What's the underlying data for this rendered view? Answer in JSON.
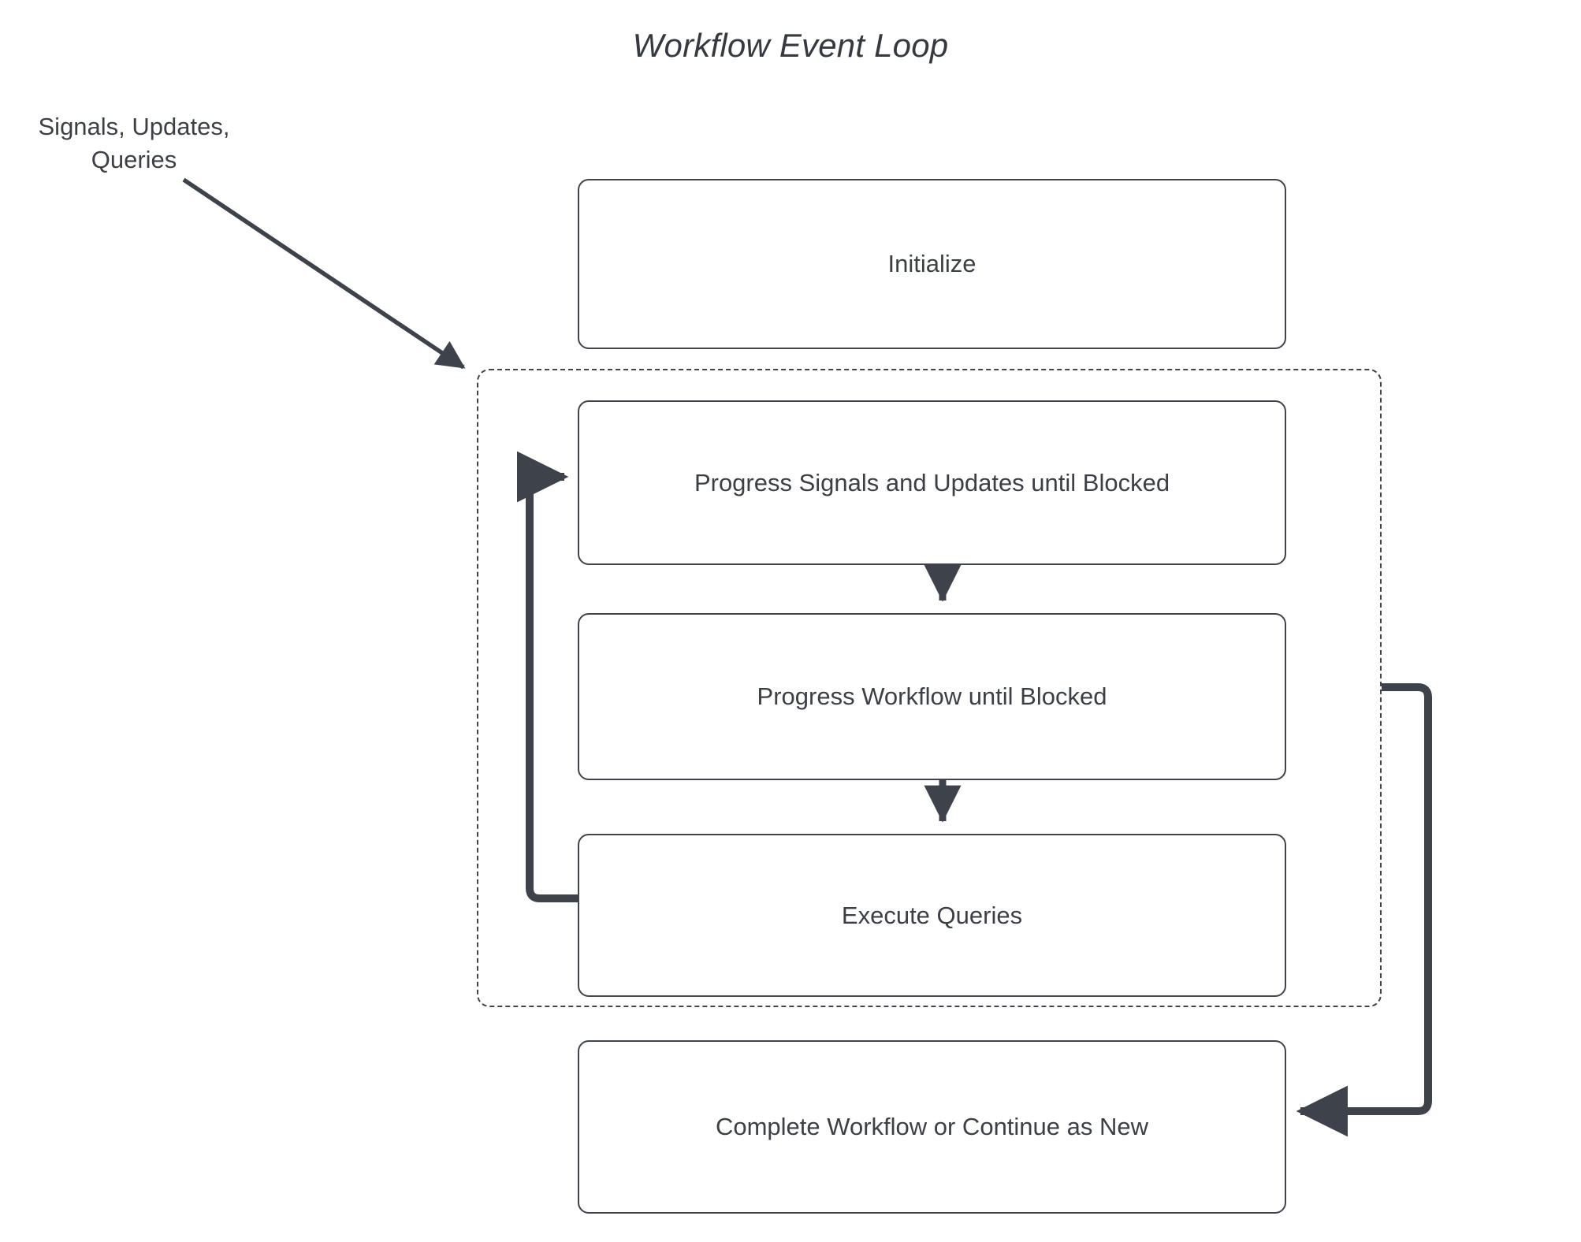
{
  "diagram": {
    "title": "Workflow Event Loop",
    "type": "flowchart",
    "background_color": "#ffffff",
    "stroke_color": "#41444b",
    "text_color": "#3c3f45",
    "edge_color": "#3d424b"
  },
  "external_input": {
    "label": "Signals, Updates,\nQueries",
    "line1": "Signals, Updates,",
    "line2": "Queries"
  },
  "nodes": [
    {
      "id": "initialize",
      "label": "Initialize"
    },
    {
      "id": "progress-signals",
      "label": "Progress Signals and Updates until Blocked"
    },
    {
      "id": "progress-workflow",
      "label": "Progress Workflow until Blocked"
    },
    {
      "id": "execute-queries",
      "label": "Execute Queries"
    },
    {
      "id": "complete-workflow",
      "label": "Complete Workflow or Continue as New"
    }
  ],
  "container": {
    "id": "event-loop-container",
    "style": "dashed",
    "label": ""
  },
  "edges": [
    {
      "id": "input-to-loop",
      "from": "Signals, Updates, Queries",
      "to": "event-loop-container",
      "style": "solid",
      "arrow": "end"
    },
    {
      "id": "signals-to-workflow",
      "from": "progress-signals",
      "to": "progress-workflow",
      "style": "solid",
      "arrow": "end"
    },
    {
      "id": "workflow-to-queries",
      "from": "progress-workflow",
      "to": "execute-queries",
      "style": "solid",
      "arrow": "end"
    },
    {
      "id": "queries-back-to-signals",
      "from": "execute-queries",
      "to": "progress-signals",
      "style": "solid",
      "arrow": "end"
    },
    {
      "id": "loop-to-complete",
      "from": "event-loop-container",
      "to": "complete-workflow",
      "style": "solid",
      "arrow": "end"
    }
  ]
}
